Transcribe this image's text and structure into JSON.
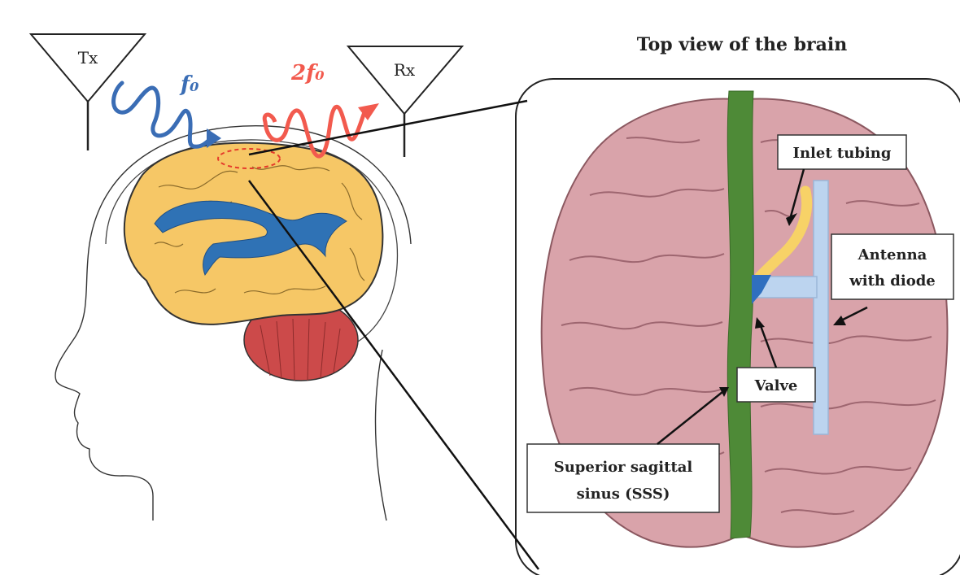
{
  "antennas": {
    "tx_label": "Tx",
    "rx_label": "Rx"
  },
  "signals": {
    "tx_freq_label": "f₀",
    "rx_freq_label": "2f₀",
    "tx_color": "#3a6db5",
    "rx_color": "#f25a4e"
  },
  "inset": {
    "title": "Top view of the brain"
  },
  "labels": {
    "inlet_tubing": "Inlet tubing",
    "antenna_line1": "Antenna",
    "antenna_line2": "with diode",
    "valve": "Valve",
    "sss_line1": "Superior sagittal",
    "sss_line2": "sinus (SSS)"
  },
  "colors": {
    "brain_side": "#f6c766",
    "ventricle": "#2f72b5",
    "cerebellum": "#cc4a4a",
    "brain_top": "#d9a3aa",
    "sinus": "#4e8a37",
    "tubing": "#f7d267",
    "antenna": "#bcd4ef",
    "valve": "#2f6fbf"
  }
}
